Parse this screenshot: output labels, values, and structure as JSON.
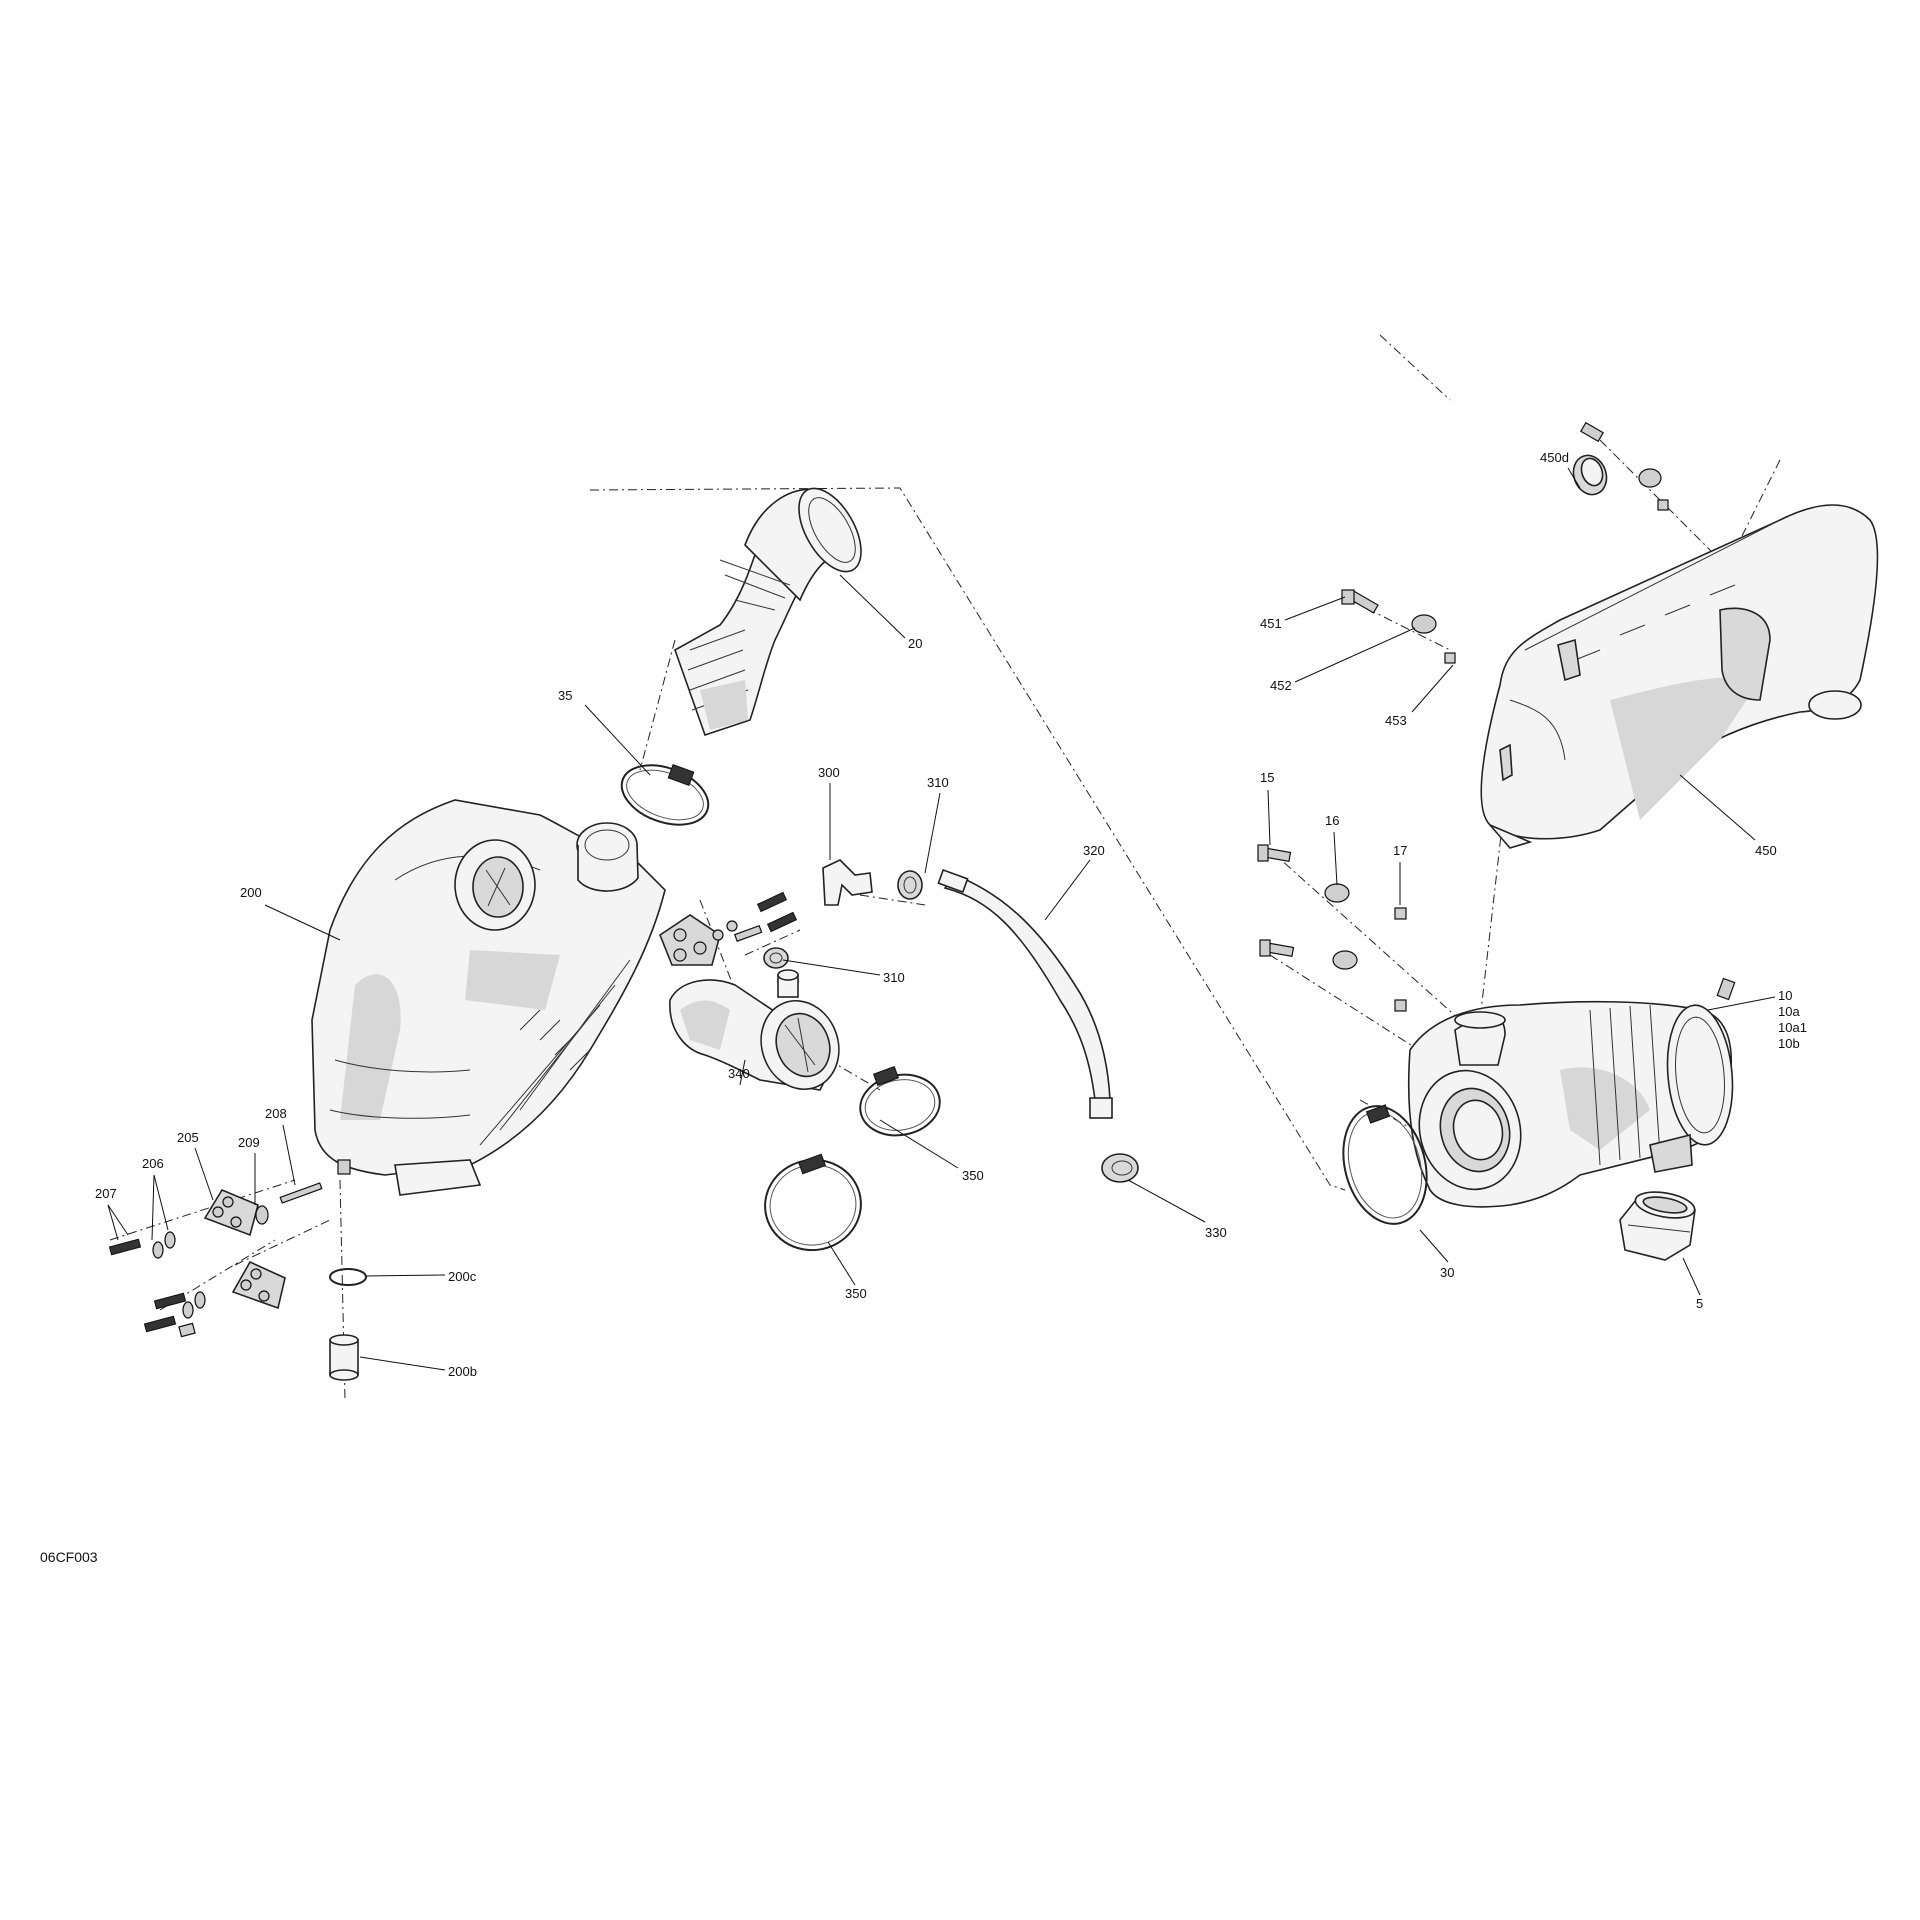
{
  "diagram": {
    "figure_code": "06CF003",
    "callouts": {
      "c20": "20",
      "c35": "35",
      "c200": "200",
      "c300": "300",
      "c310a": "310",
      "c310b": "310",
      "c320": "320",
      "c340": "340",
      "c350a": "350",
      "c350b": "350",
      "c330": "330",
      "c208": "208",
      "c205": "205",
      "c206": "206",
      "c209": "209",
      "c207": "207",
      "c200c": "200c",
      "c200b": "200b",
      "c450d": "450d",
      "c451": "451",
      "c452": "452",
      "c453": "453",
      "c450": "450",
      "c15": "15",
      "c16": "16",
      "c17": "17",
      "c10": "10",
      "c10a": "10a",
      "c10a1": "10a1",
      "c10b": "10b",
      "c30": "30",
      "c5": "5"
    }
  }
}
